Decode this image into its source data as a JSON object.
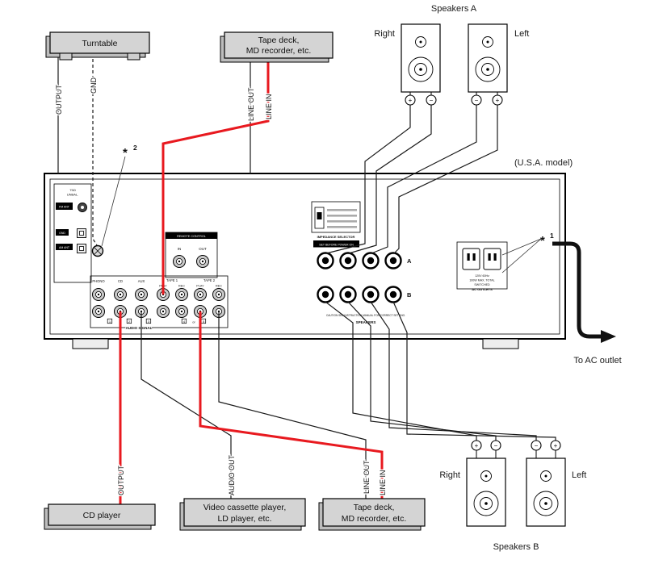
{
  "speakers": {
    "a_title": "Speakers A",
    "b_title": "Speakers B",
    "right": "Right",
    "left": "Left",
    "plus": "+",
    "minus": "−"
  },
  "devices": {
    "turntable": "Turntable",
    "tape_deck_line1": "Tape deck,",
    "tape_deck_line2": "MD recorder, etc.",
    "cd_player": "CD player",
    "video_line1": "Video cassette player,",
    "video_line2": "LD player, etc."
  },
  "ports": {
    "output": "OUTPUT",
    "gnd": "GND",
    "line_out": "LINE OUT",
    "line_in": "LINE IN",
    "audio_out": "AUDIO OUT"
  },
  "annotations": {
    "asterisk": "*",
    "note1": "1",
    "note2": "2",
    "usa_model": "(U.S.A. model)",
    "to_ac_outlet": "To AC outlet"
  },
  "rear_panel": {
    "antenna": {
      "ohm": "75Ω",
      "unbal": "UNBAL.",
      "fm_ant": "FM ANT",
      "gnd": "GND",
      "am_ant": "AM ANT"
    },
    "remote": {
      "title": "REMOTE CONTROL",
      "in": "IN",
      "out": "OUT"
    },
    "inputs": {
      "phono": "PHONO",
      "cd": "CD",
      "aux": "AUX",
      "tape1": "TAPE 1",
      "tape2": "TAPE 2",
      "play": "PLAY",
      "rec": "REC",
      "audio_signal": "AUDIO SIGNAL",
      "tags": [
        "1",
        "2",
        "3",
        "4",
        "5"
      ],
      "or": "or"
    },
    "impedance": {
      "label": "IMPEDANCE SELECTOR",
      "warning": "SET BEFORE POWER ON"
    },
    "speaker_terminals": {
      "a": "A",
      "b": "B",
      "caution": "CAUTION SEE INSTRUCTION MANUAL FOR CORRECT SETTING.",
      "label": "SPEAKERS"
    },
    "ac_outlets": {
      "line1": "120V 60Hz",
      "line2": "100W MAX. TOTAL",
      "line3": "SWITCHED",
      "line4": "AC OUTLETS"
    }
  },
  "colors": {
    "highlight_cable": "#e8191f",
    "device_fill": "#d4d4d4"
  }
}
